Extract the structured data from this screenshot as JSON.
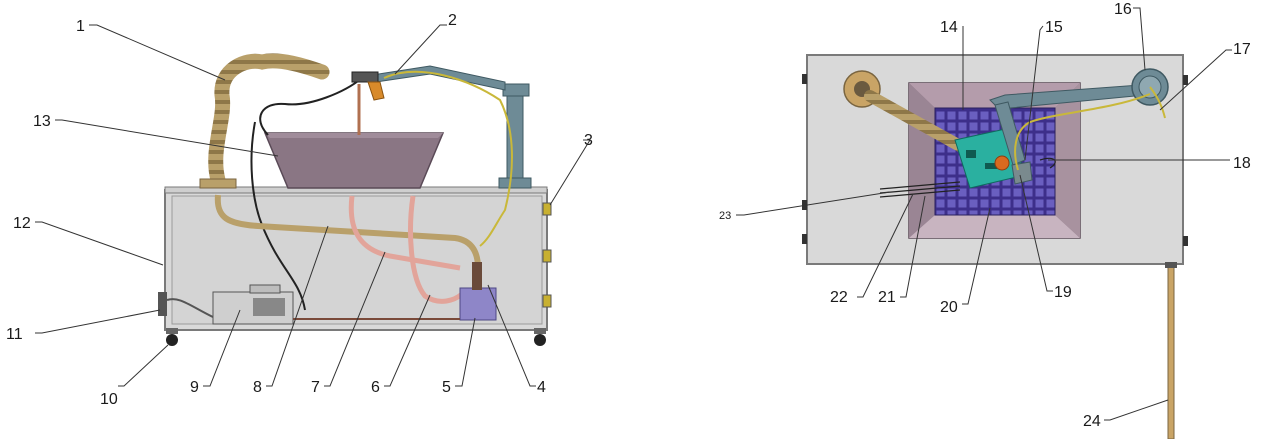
{
  "labels": [
    "1",
    "2",
    "3",
    "4",
    "5",
    "6",
    "7",
    "8",
    "9",
    "10",
    "11",
    "12",
    "13",
    "14",
    "15",
    "16",
    "17",
    "18",
    "19",
    "20",
    "21",
    "22",
    "23",
    "24"
  ],
  "colors": {
    "cabinet": "#d9d9d9",
    "cabinet_edge": "#7a7a7a",
    "hopper": "#8a7684",
    "hose": "#b9a06a",
    "pink_tube": "#e2a49a",
    "arm": "#6e8b96",
    "pump": "#8e86c8",
    "tray_purple": "#7268c2",
    "board": "#2ab0a0",
    "wire_yellow": "#c9b83a",
    "bronze": "#c9a466"
  }
}
